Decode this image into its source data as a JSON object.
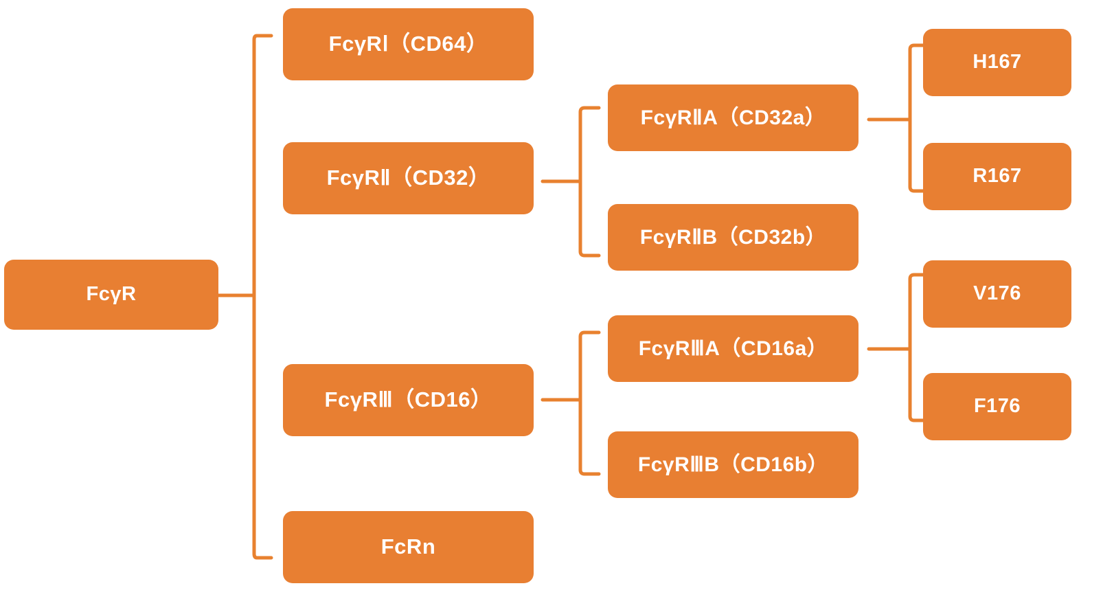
{
  "diagram": {
    "title": "Fc gamma receptor family tree",
    "accent_color": "#E87F32",
    "connector_color": "#E8812F",
    "text_color": "#FFFFFF",
    "background_color": "#FFFFFF",
    "root": {
      "label": "FcγR"
    },
    "level2": [
      {
        "label": "FcγRⅠ（CD64）"
      },
      {
        "label": "FcγRⅡ（CD32）"
      },
      {
        "label": "FcγRⅢ（CD16）"
      },
      {
        "label": "FcRn"
      }
    ],
    "level3": {
      "cd32_children": [
        {
          "label": "FcγRⅡA（CD32a）"
        },
        {
          "label": "FcγRⅡB（CD32b）"
        }
      ],
      "cd16_children": [
        {
          "label": "FcγRⅢA（CD16a）"
        },
        {
          "label": "FcγRⅢB（CD16b）"
        }
      ]
    },
    "level4": {
      "cd32a_variants": [
        {
          "label": "H167"
        },
        {
          "label": "R167"
        }
      ],
      "cd16a_variants": [
        {
          "label": "V176"
        },
        {
          "label": "F176"
        }
      ]
    }
  }
}
